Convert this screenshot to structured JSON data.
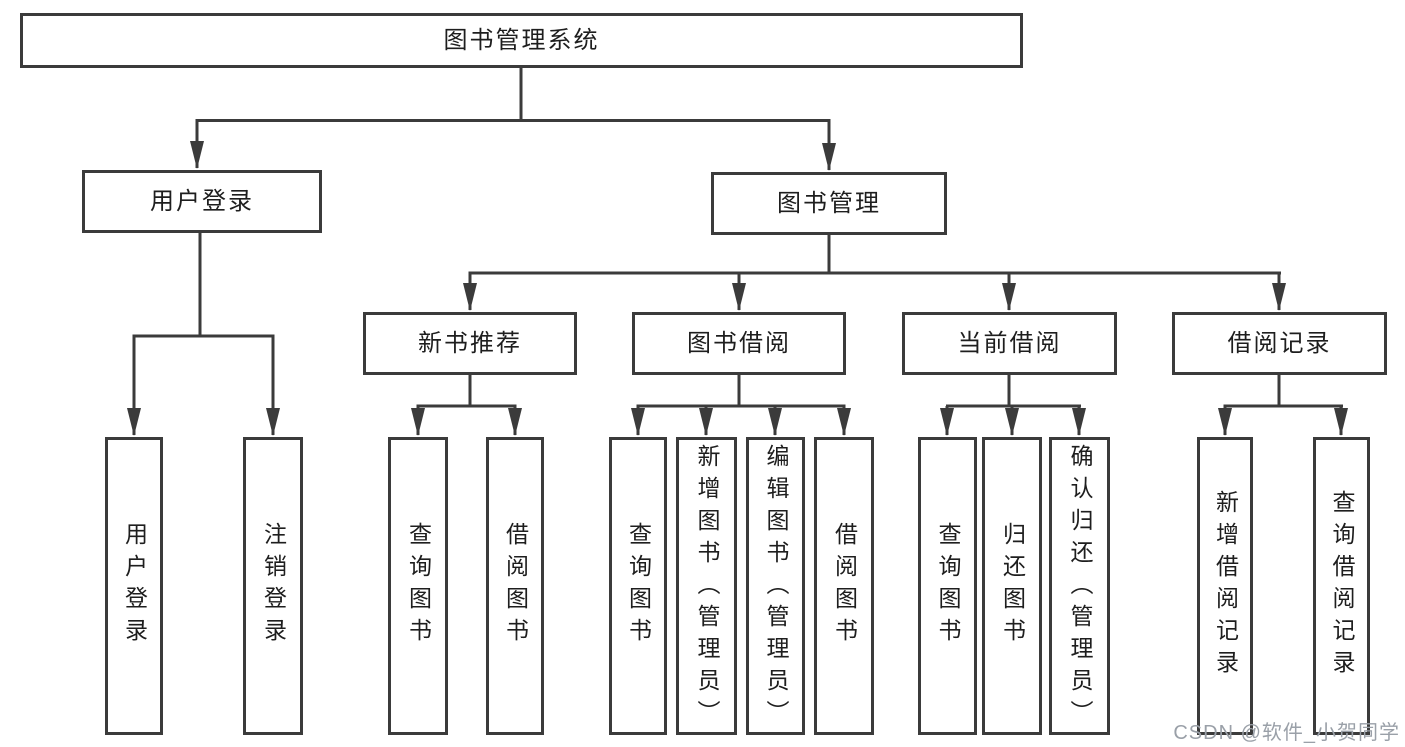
{
  "watermark": "CSDN @软件_小贺同学",
  "colors": {
    "line": "#3b3b3b",
    "text": "#1e1e1e",
    "watermark": "#9aa0a8",
    "background": "#ffffff"
  },
  "nodes": {
    "root": "图书管理系统",
    "user_login": "用户登录",
    "book_mgmt": "图书管理",
    "new_books": "新书推荐",
    "book_borrow": "图书借阅",
    "current_borrow": "当前借阅",
    "borrow_records": "借阅记录",
    "leaf_user_login": "用户登录",
    "leaf_logout": "注销登录",
    "nb_query": "查询图书",
    "nb_borrow": "借阅图书",
    "bb_query": "查询图书",
    "bb_add": "新增图书（管理员）",
    "bb_edit": "编辑图书（管理员）",
    "bb_borrow": "借阅图书",
    "cb_query": "查询图书",
    "cb_return": "归还图书",
    "cb_confirm": "确认归还（管理员）",
    "br_add": "新增借阅记录",
    "br_query": "查询借阅记录"
  },
  "hierarchy": {
    "图书管理系统": {
      "用户登录": [
        "用户登录",
        "注销登录"
      ],
      "图书管理": {
        "新书推荐": [
          "查询图书",
          "借阅图书"
        ],
        "图书借阅": [
          "查询图书",
          "新增图书（管理员）",
          "编辑图书（管理员）",
          "借阅图书"
        ],
        "当前借阅": [
          "查询图书",
          "归还图书",
          "确认归还（管理员）"
        ],
        "借阅记录": [
          "新增借阅记录",
          "查询借阅记录"
        ]
      }
    }
  }
}
